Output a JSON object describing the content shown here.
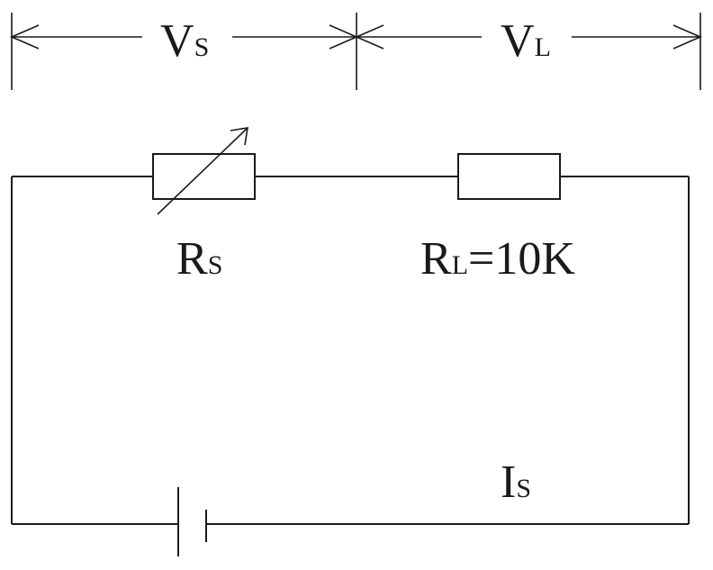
{
  "labels": {
    "vs_main": "V",
    "vs_sub": "S",
    "vl_main": "V",
    "vl_sub": "L",
    "rs_main": "R",
    "rs_sub": "S",
    "rl_main": "R",
    "rl_sub": "L",
    "rl_value": "=10K",
    "is_main": "I",
    "is_sub": "S"
  },
  "colors": {
    "line": "#1a1a1a",
    "background": "#ffffff"
  }
}
